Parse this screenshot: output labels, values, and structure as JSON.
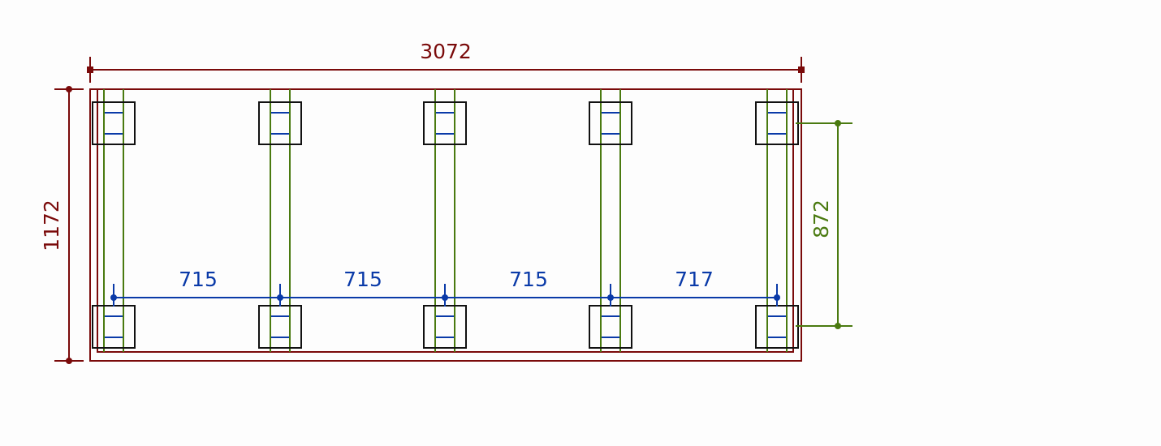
{
  "colors": {
    "frame": "#7a0a0a",
    "rail": "#4a7a10",
    "spacing": "#0a3aa8",
    "post": "#111111"
  },
  "dimensions": {
    "overall_length": "3072",
    "overall_width": "1172",
    "rail_spacing": "872",
    "post_spacings": [
      "715",
      "715",
      "715",
      "717"
    ]
  }
}
